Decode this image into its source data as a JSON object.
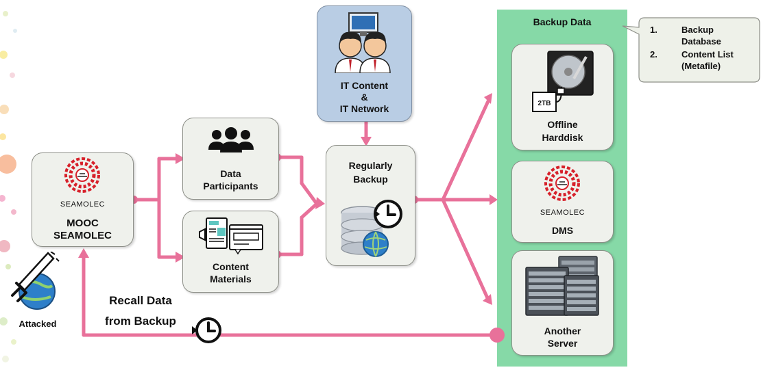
{
  "nodes": {
    "mooc": {
      "line1": "MOOC",
      "line2": "SEAMOLEC",
      "logo_text": "SEAMOLEC"
    },
    "participants": {
      "line1": "Data",
      "line2": "Participants"
    },
    "content": {
      "line1": "Content",
      "line2": "Materials"
    },
    "backup": {
      "line1": "Regularly",
      "line2": "Backup"
    },
    "it_team": {
      "line1": "IT Content",
      "line2": "&",
      "line3": "IT Network"
    },
    "offline": {
      "line1": "Offline",
      "line2": "Harddisk",
      "disk_label": "2TB"
    },
    "dms": {
      "label": "DMS",
      "logo_text": "SEAMOLEC"
    },
    "server": {
      "line1": "Another",
      "line2": "Server"
    }
  },
  "backup_panel": {
    "title": "Backup Data"
  },
  "callout": {
    "items": [
      {
        "num": "1.",
        "line1": "Backup",
        "line2": "Database"
      },
      {
        "num": "2.",
        "line1": "Content List",
        "line2": "(Metafile)"
      }
    ]
  },
  "recall": {
    "line1": "Recall Data",
    "line2": "from Backup"
  },
  "attacked": {
    "label": "Attacked"
  },
  "colors": {
    "connector": "#e8719a",
    "panel": "#86d9a7",
    "it_box": "#b9cde4",
    "node_box": "#eff1ec"
  },
  "icons": [
    "seamolec-logo",
    "people-icon",
    "content-materials-icon",
    "database-clock-icon",
    "it-staff-icon",
    "hard-disk-icon",
    "server-rack-icon",
    "clock-icon",
    "sword-globe-icon"
  ]
}
